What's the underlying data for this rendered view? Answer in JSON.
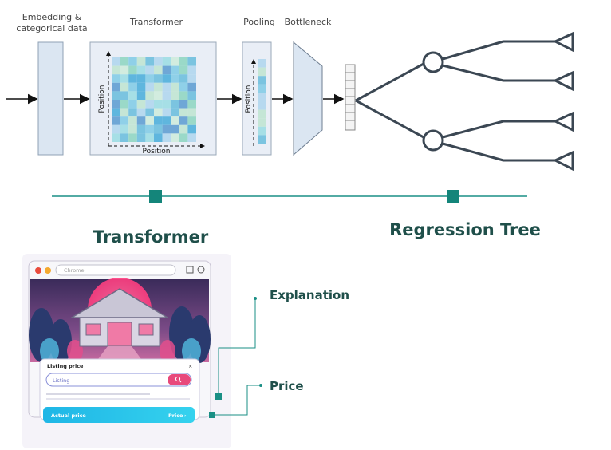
{
  "top_labels": {
    "embedding_line1": "Embedding &",
    "embedding_line2": "categorical data",
    "transformer": "Transformer",
    "pooling": "Pooling",
    "bottleneck": "Bottleneck"
  },
  "matrix_axes": {
    "y": "Position",
    "x": "Position"
  },
  "pooling_axis": "Position",
  "sections": {
    "left": "Transformer",
    "right": "Regression Tree"
  },
  "callouts": {
    "explanation": "Explanation",
    "price": "Price"
  },
  "browser": {
    "search_placeholder": "Chrome",
    "listing_title": "Listing price",
    "close": "×",
    "listing_input": "Listing",
    "actual_price": "Actual price",
    "price_button": "Price"
  },
  "colors": {
    "accent": "#1a8f85",
    "section_text": "#1f4f4a",
    "embedding_fill": "#dbe6f2",
    "price_bar": "#2bc4e8"
  }
}
